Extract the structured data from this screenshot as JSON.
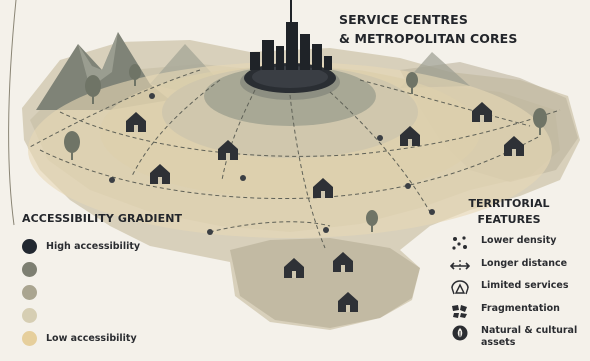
{
  "title": {
    "line1": "SERVICE CENTRES",
    "line2": "& METROPOLITAN CORES"
  },
  "gradient": {
    "title": "ACCESSIBILITY GRADIENT",
    "levels": [
      {
        "label": "High accessibility",
        "color": "#222831"
      },
      {
        "label": "",
        "color": "#7d7f72"
      },
      {
        "label": "",
        "color": "#aaa590"
      },
      {
        "label": "",
        "color": "#d6ceb3"
      },
      {
        "label": "Low accessibility",
        "color": "#e6cf9c"
      }
    ]
  },
  "features": {
    "title_line1": "TERRITORIAL",
    "title_line2": "FEATURES",
    "items": [
      {
        "label": "Lower density",
        "icon": "scattered-dots-icon"
      },
      {
        "label": "Longer distance",
        "icon": "distance-arrows-icon"
      },
      {
        "label": "Limited services",
        "icon": "limited-services-icon"
      },
      {
        "label": "Fragmentation",
        "icon": "fragmentation-icon"
      },
      {
        "label": "Natural & cultural assets",
        "icon": "nature-asset-icon"
      }
    ]
  },
  "colors": {
    "background": "#f4f1ea",
    "core": "#2a2e33",
    "ring_dark": "#8d8f82",
    "ring_mid": "#c7c1aa",
    "ring_light": "#e4d8b8",
    "landscape": "#cbc3ad",
    "mountain": "#7f8377",
    "house": "#2e3136",
    "tree": "#6f7466"
  }
}
